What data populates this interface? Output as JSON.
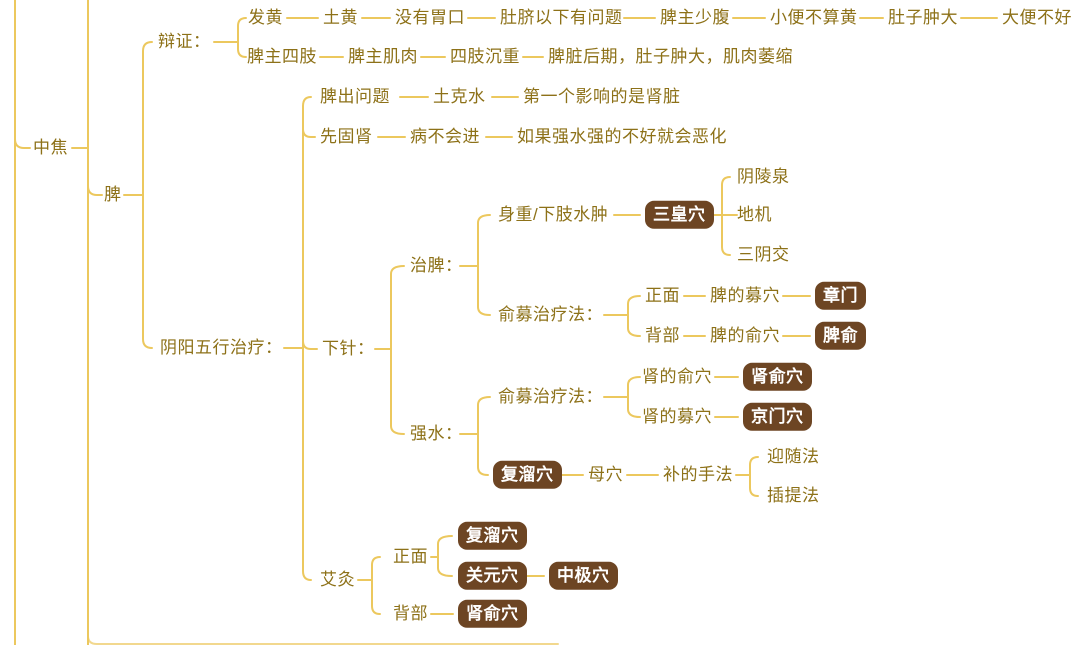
{
  "colors": {
    "line": "#ecc85e",
    "label_text": "#8d7118",
    "pill_background": "#6d4523",
    "pill_text": "#ffffff",
    "background": "#ffffff"
  },
  "nodes": {
    "root": "中焦",
    "organ": "脾",
    "dialectics": {
      "label": "辩证：",
      "chain1": [
        "发黄",
        "土黄",
        "没有胃口",
        "肚脐以下有问题",
        "脾主少腹",
        "小便不算黄",
        "肚子肿大",
        "大便不好"
      ],
      "chain2": [
        "脾主四肢",
        "脾主肌肉",
        "四肢沉重",
        "脾脏后期，肚子肿大，肌肉萎缩"
      ]
    },
    "treatment": {
      "label": "阴阳五行治疗：",
      "problem_chain": [
        "脾出问题",
        "土克水",
        "第一个影响的是肾脏"
      ],
      "kidney_chain": [
        "先固肾",
        "病不会进",
        "如果强水强的不好就会恶化"
      ],
      "needle": {
        "label": "下针：",
        "zhipi": {
          "label": "治脾：",
          "symptom": "身重/下肢水肿",
          "sanhuang_pill": "三皇穴",
          "points": [
            "阴陵泉",
            "地机",
            "三阴交"
          ],
          "yumu": {
            "label": "俞募治疗法：",
            "front": "正面",
            "front_point": "脾的募穴",
            "front_pill": "章门",
            "back": "背部",
            "back_point": "脾的俞穴",
            "back_pill": "脾俞"
          }
        },
        "qiangshui": {
          "label": "强水：",
          "yumu": {
            "label": "俞募治疗法：",
            "yu_point": "肾的俞穴",
            "yu_pill": "肾俞穴",
            "mu_point": "肾的募穴",
            "mu_pill": "京门穴"
          },
          "fuliu_pill": "复溜穴",
          "mother": "母穴",
          "method": "补的手法",
          "techniques": [
            "迎随法",
            "插提法"
          ]
        }
      },
      "moxa": {
        "label": "艾灸",
        "front": "正面",
        "front_pills": [
          "复溜穴",
          "关元穴"
        ],
        "zhongji_pill": "中极穴",
        "back": "背部",
        "back_pill": "肾俞穴"
      }
    }
  }
}
